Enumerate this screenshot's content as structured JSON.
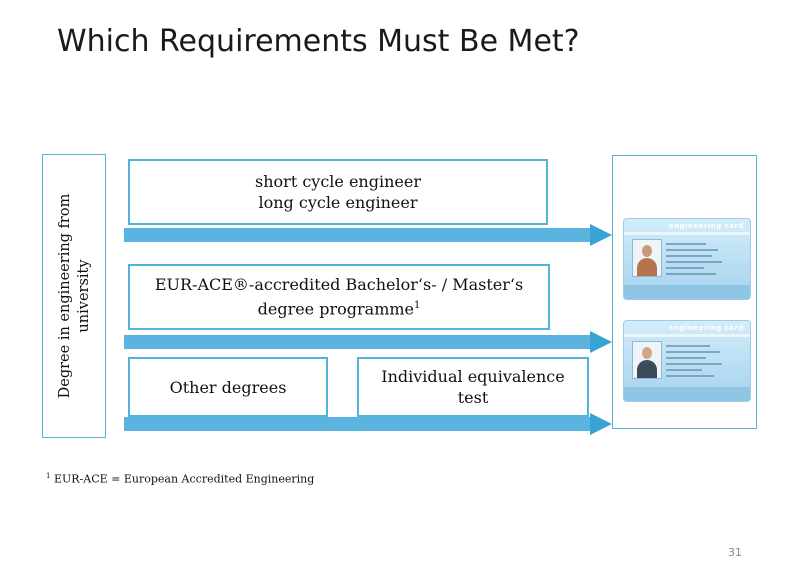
{
  "slide": {
    "title": "Which Requirements Must Be Met?",
    "side_label": "Degree in engineering from university",
    "boxes": {
      "short_cycle_line1": "short cycle engineer",
      "short_cycle_line2": "long cycle engineer",
      "eur_ace_line1": "EUR-ACE®-accredited Bachelor‘s- / Master‘s",
      "eur_ace_line2": "degree programme",
      "eur_ace_sup": "1",
      "other_degrees": "Other degrees",
      "individual_line1": "Individual equivalence",
      "individual_line2": "test"
    },
    "footnote": {
      "marker": "1",
      "text": "EUR-ACE = European Accredited Engineering"
    },
    "page_number": "31",
    "card_brand": "engineering card",
    "colors": {
      "border": "#55b2d8",
      "arrow": "#5bb4df",
      "arrow_head": "#3aa3d6"
    }
  }
}
